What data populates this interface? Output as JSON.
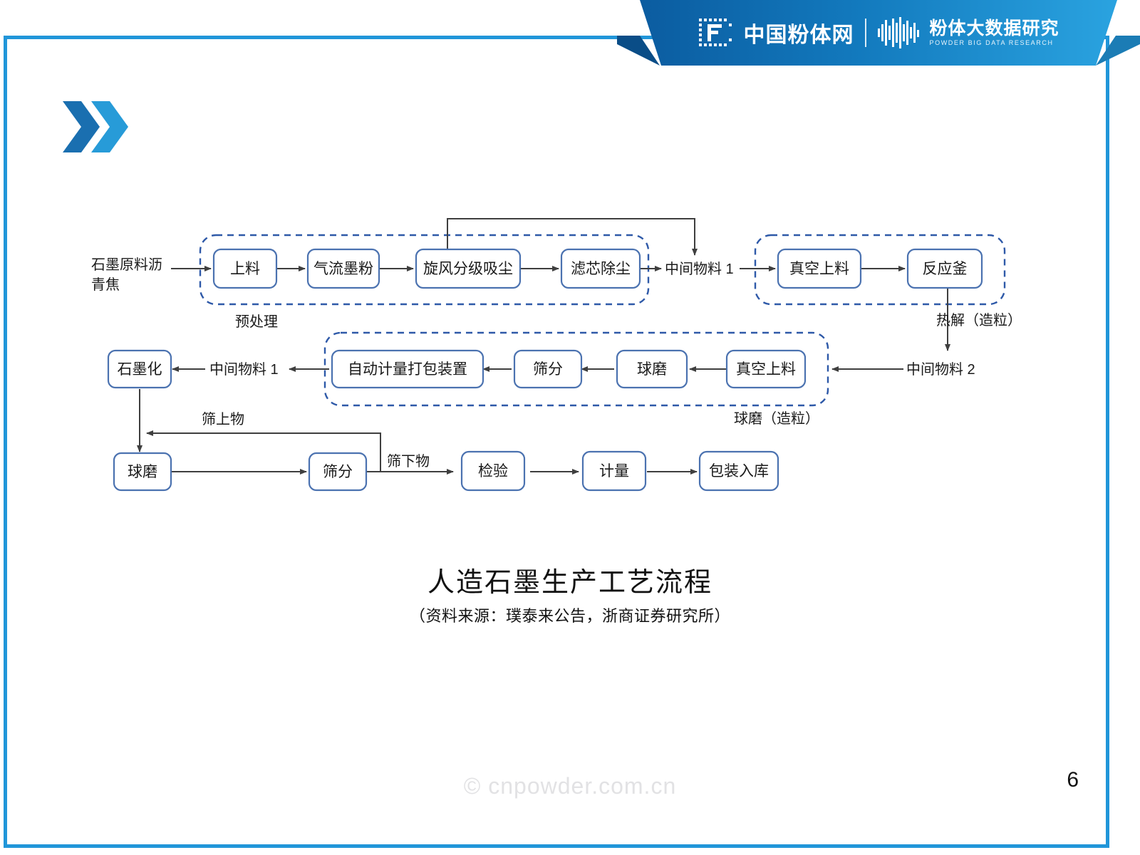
{
  "header": {
    "brand_cn": "中国粉体网",
    "divider": "|",
    "brand_right_cn": "粉体大数据研究",
    "brand_right_en": "POWDER BIG DATA RESEARCH",
    "banner_color_left": "#0b5ca0",
    "banner_color_right": "#2aa3e0"
  },
  "decor": {
    "chevron_left_color": "#1a6fb0",
    "chevron_right_color": "#279bd8",
    "frame_color": "#2196d9"
  },
  "flow": {
    "input_label_line1": "石墨原料沥",
    "input_label_line2": "青焦",
    "nodes": {
      "n_shangliao": "上料",
      "n_qiliumofen": "气流墨粉",
      "n_xuanfeng": "旋风分级吸尘",
      "n_lvxin": "滤芯除尘",
      "n_zhenkong1": "真空上料",
      "n_fanyingfu": "反应釜",
      "n_zhenkong2": "真空上料",
      "n_qiumo1": "球磨",
      "n_shaifen1": "筛分",
      "n_zidong": "自动计量打包装置",
      "n_shimohua": "石墨化",
      "n_qiumo2": "球磨",
      "n_shaifen2": "筛分",
      "n_jianyan": "检验",
      "n_jiliang": "计量",
      "n_baozhuang": "包装入库"
    },
    "flow_labels": {
      "mid1_top": "中间物料 1",
      "mid2": "中间物料 2",
      "mid1_row2": "中间物料 1",
      "oversize": "筛上物",
      "undersize": "筛下物"
    },
    "group_labels": {
      "pretreatment": "预处理",
      "pyrolysis": "热解（造粒）",
      "ballmill": "球磨（造粒）"
    }
  },
  "caption": {
    "title": "人造石墨生产工艺流程",
    "subtitle": "（资料来源：璞泰来公告，浙商证券研究所）"
  },
  "footer": {
    "watermark": "© cnpowder.com.cn",
    "page_number": "6"
  }
}
